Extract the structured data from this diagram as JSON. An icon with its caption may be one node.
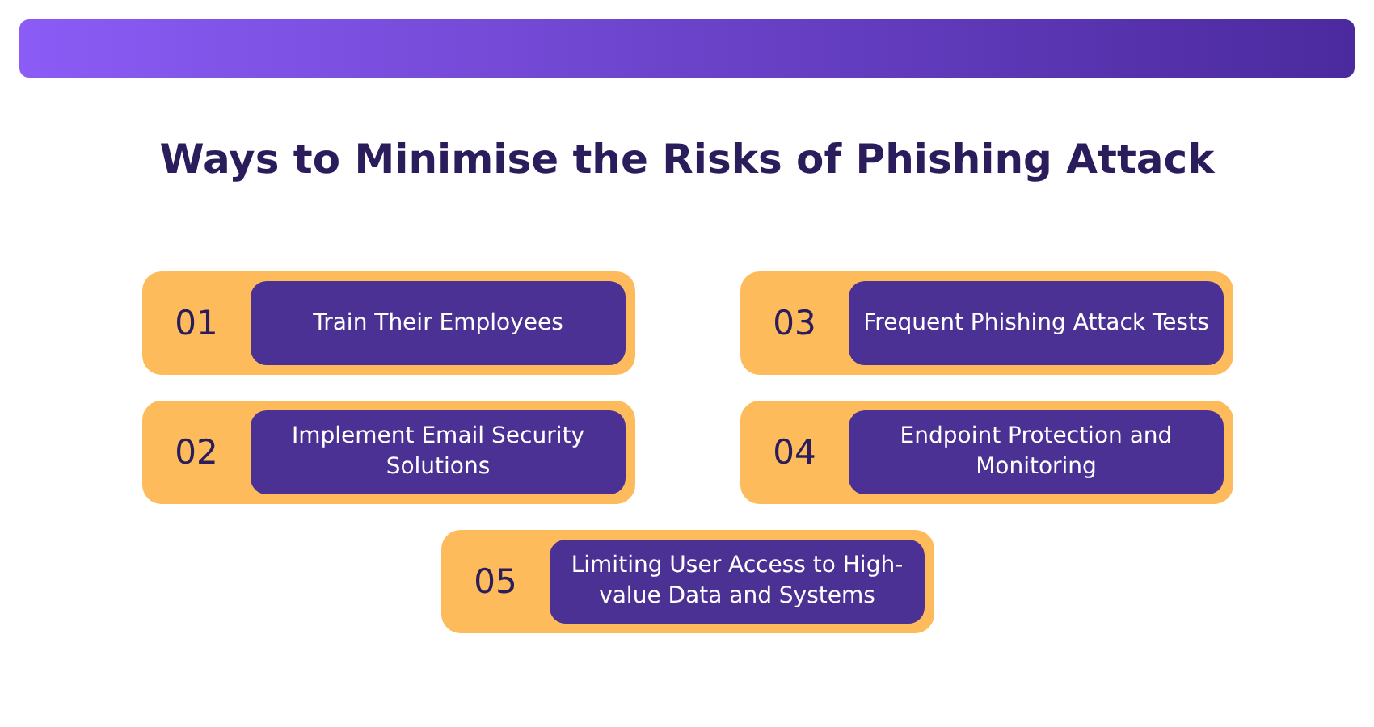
{
  "diagram": {
    "title": "Ways to Minimise the Risks of Phishing Attack",
    "nodes": [
      {
        "text": [
          "01"
        ]
      },
      {
        "text": [
          "Train Their Employees"
        ],
        "in": 0
      },
      {
        "text": [
          "03"
        ]
      },
      {
        "text": [
          "Frequent Phishing Attack Tests"
        ],
        "in": 2
      },
      {
        "text": [
          "02"
        ]
      },
      {
        "text": [
          "Implement Email Security Solutions"
        ],
        "in": 4
      },
      {
        "text": [
          "04"
        ]
      },
      {
        "text": [
          "Endpoint Protection and Monitoring"
        ],
        "in": 6
      },
      {
        "text": [
          "05"
        ]
      },
      {
        "text": [
          "Limiting User Access to High-value Data and Systems"
        ],
        "in": 8
      }
    ]
  }
}
